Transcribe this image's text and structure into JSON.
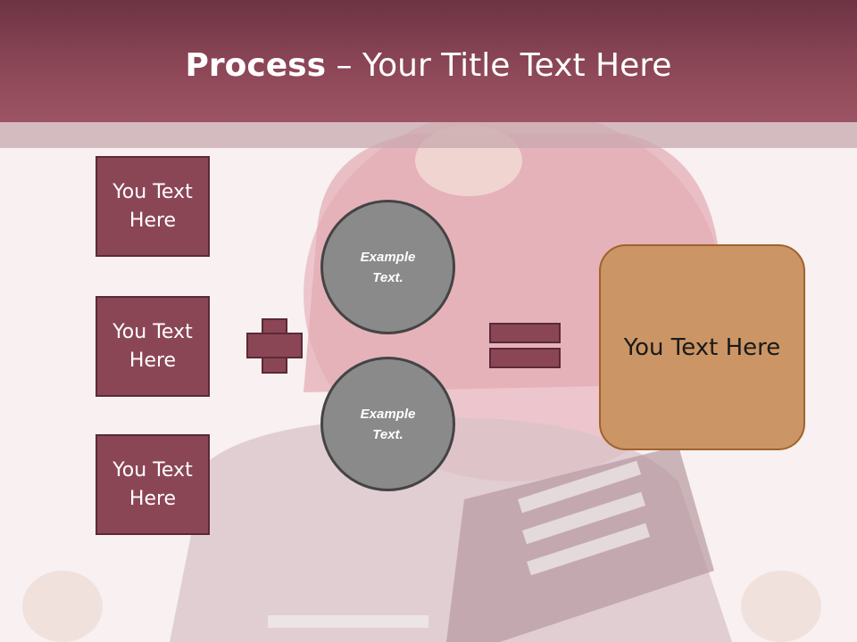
{
  "title": {
    "bold": "Process",
    "rest": " – Your Title Text Here"
  },
  "left_boxes": [
    {
      "label": "You Text Here"
    },
    {
      "label": "You Text Here"
    },
    {
      "label": "You Text Here"
    }
  ],
  "circles": [
    {
      "label": "Example Text."
    },
    {
      "label": "Example Text."
    }
  ],
  "result": {
    "label": "You Text Here"
  },
  "colors": {
    "header": "#8c4757",
    "box": "#8b4656",
    "circle": "#8a8a8a",
    "result": "#cb9565"
  }
}
